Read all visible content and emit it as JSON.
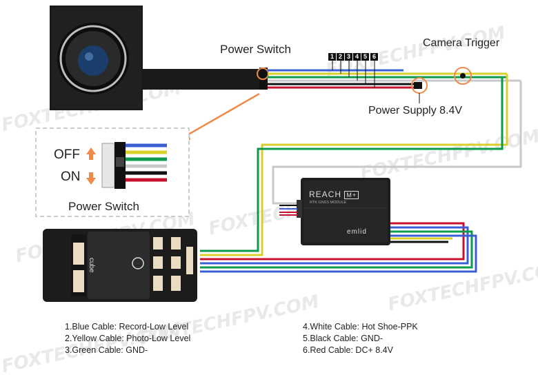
{
  "labels": {
    "power_switch_top": "Power Switch",
    "camera_trigger": "Camera Trigger",
    "power_supply": "Power Supply 8.4V",
    "off": "OFF",
    "on": "ON",
    "power_switch_box": "Power Switch"
  },
  "pins": [
    "1",
    "2",
    "3",
    "4",
    "5",
    "6"
  ],
  "module": {
    "brand": "REACH",
    "badge": "M+",
    "subtitle": "RTK GNSS MODULE",
    "maker": "emlid"
  },
  "controller": {
    "brand": "cube"
  },
  "watermark": "FOXTECHFPV.COM",
  "legend_left": [
    "1.Blue Cable: Record-Low Level",
    "2.Yellow Cable: Photo-Low Level",
    "3.Green Cable: GND-"
  ],
  "legend_right": [
    "4.White Cable: Hot Shoe-PPK",
    "5.Black Cable: GND-",
    "6.Red Cable: DC+ 8.4V"
  ],
  "colors": {
    "blue": "#3a5fd0",
    "yellow": "#d8cf2a",
    "green": "#0b9a4a",
    "white": "#c9c9c9",
    "black": "#111111",
    "red": "#c8102e",
    "arrow": "#f08a4b"
  }
}
